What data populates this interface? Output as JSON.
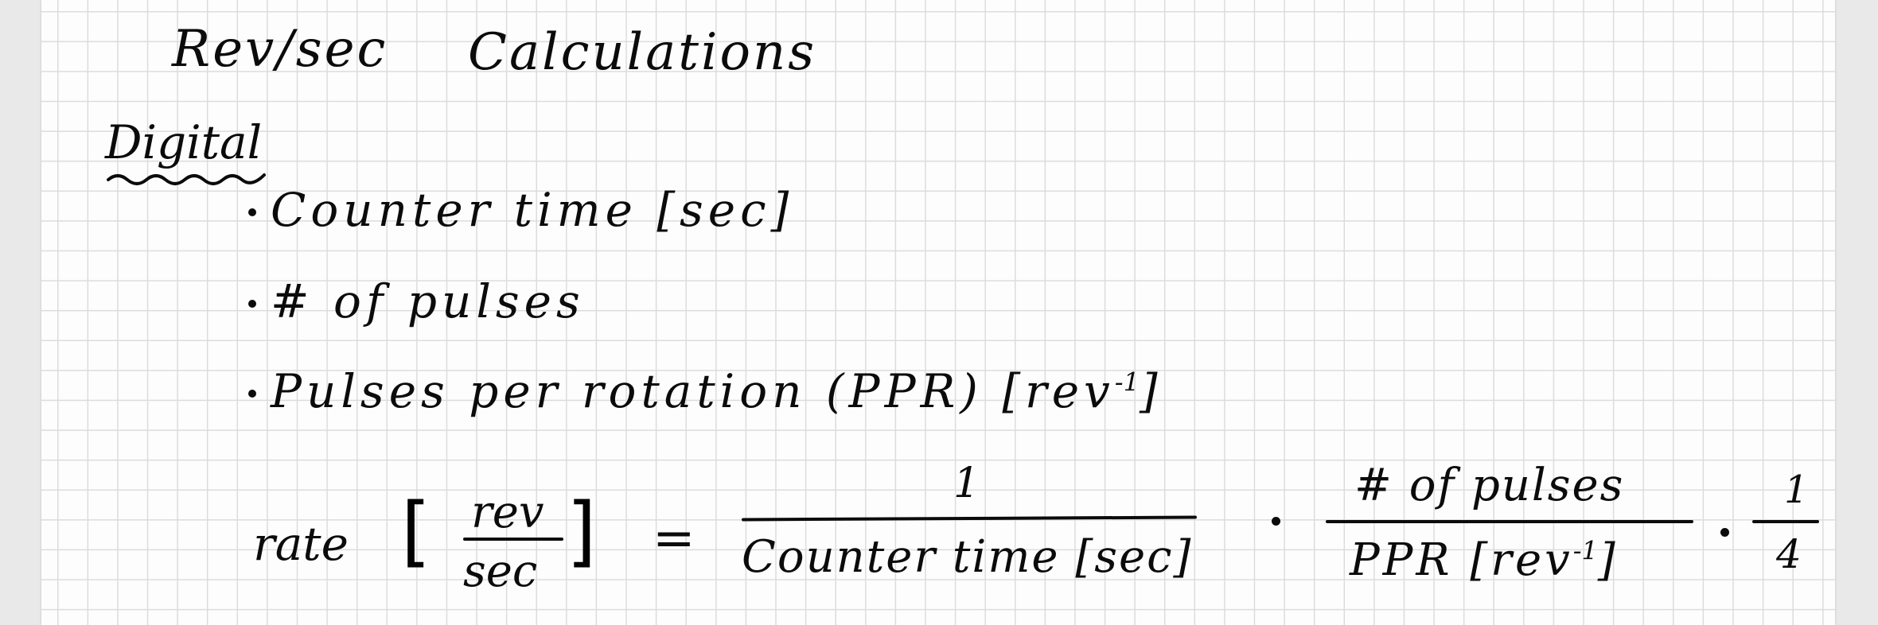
{
  "title": {
    "part1": "Rev/sec",
    "part2": "Calculations"
  },
  "section_heading": "Digital",
  "bullets": [
    {
      "text": "Counter time [sec]",
      "sup": ""
    },
    {
      "text": "# of pulses",
      "sup": ""
    },
    {
      "text": "Pulses per rotation (PPR) [rev",
      "sup": "-1",
      "tail": "]"
    }
  ],
  "equation": {
    "lhs": "rate",
    "unit_numerator": "rev",
    "unit_denominator": "sec",
    "equals": "=",
    "term1_numerator": "1",
    "term1_denominator": "Counter time [sec]",
    "term2_numerator": "# of pulses",
    "term2_denominator_main": "PPR [rev",
    "term2_denominator_sup": "-1",
    "term2_denominator_tail": "]",
    "term3_numerator": "1",
    "term3_denominator": "4"
  },
  "colors": {
    "ink": "#0b0b0b",
    "paper": "#fdfdfd",
    "grid": "#dcdcdc"
  }
}
